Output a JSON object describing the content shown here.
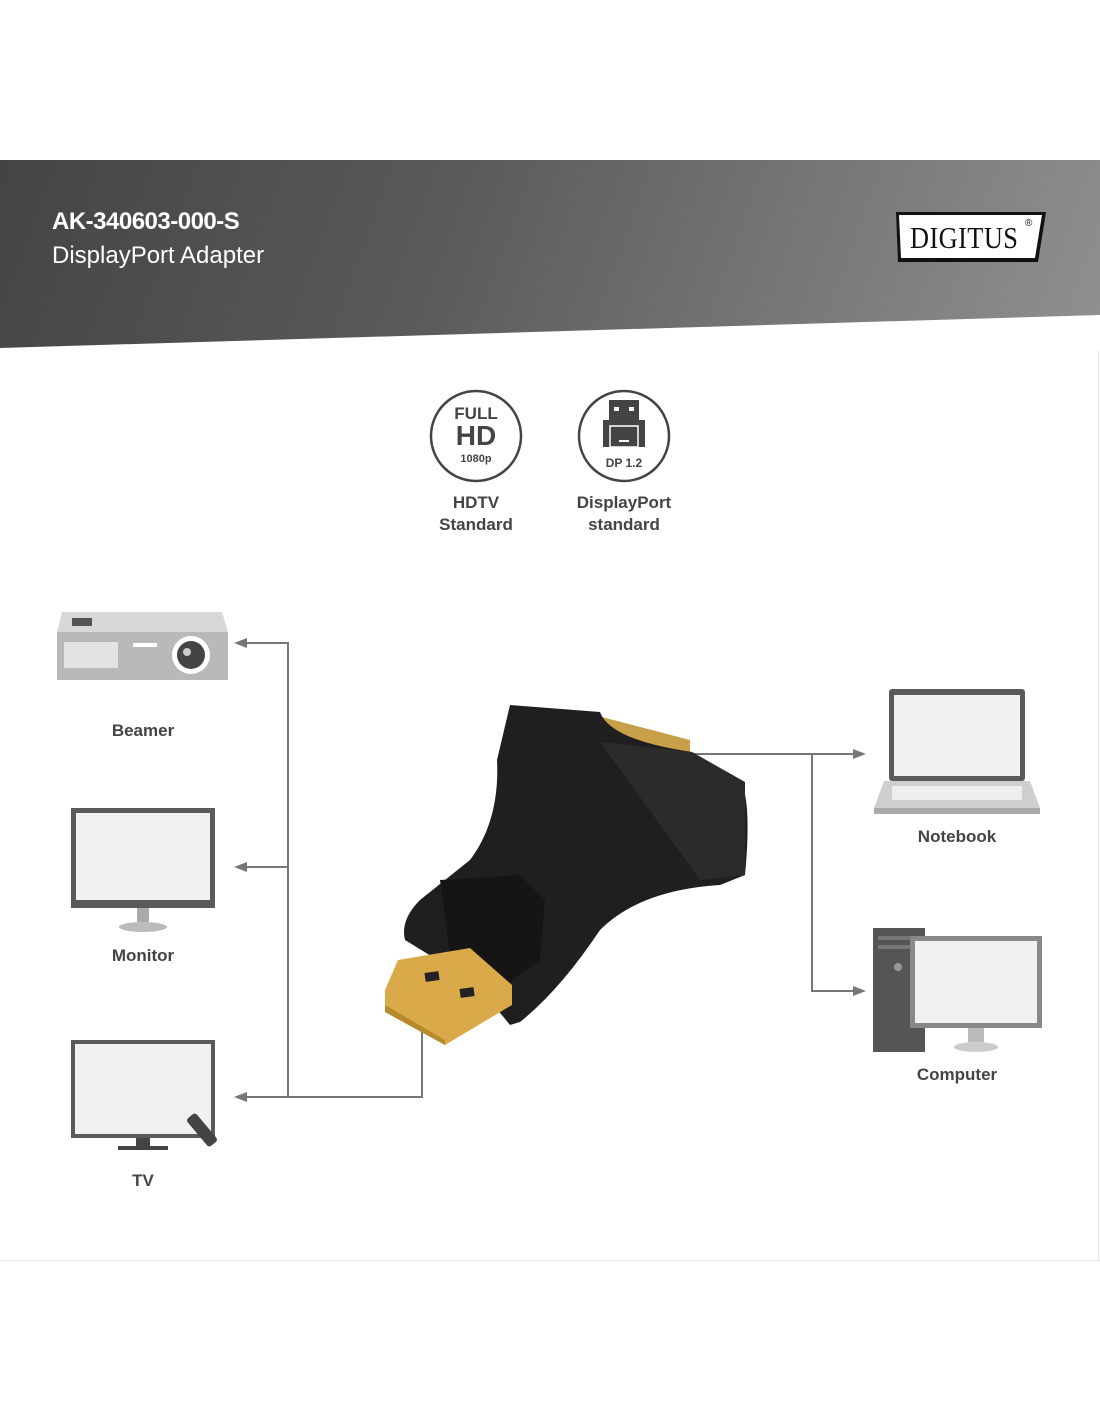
{
  "header": {
    "model": "AK-340603-000-S",
    "product": "DisplayPort Adapter",
    "brand": "DIGITUS",
    "brand_mark": "®"
  },
  "features": [
    {
      "icon": "full-hd-icon",
      "line1": "FULL",
      "line2": "HD",
      "line3": "1080p",
      "label1": "HDTV",
      "label2": "Standard"
    },
    {
      "icon": "displayport-icon",
      "badge": "DP 1.2",
      "label1": "DisplayPort",
      "label2": "standard"
    }
  ],
  "outputs": [
    {
      "label": "Beamer",
      "icon": "projector-icon"
    },
    {
      "label": "Monitor",
      "icon": "monitor-icon"
    },
    {
      "label": "TV",
      "icon": "tv-icon"
    }
  ],
  "sources": [
    {
      "label": "Notebook",
      "icon": "laptop-icon"
    },
    {
      "label": "Computer",
      "icon": "desktop-computer-icon"
    }
  ],
  "colors": {
    "line": "#777777",
    "text": "#444444",
    "gold": "#d9a94a",
    "adapter": "#222222"
  }
}
